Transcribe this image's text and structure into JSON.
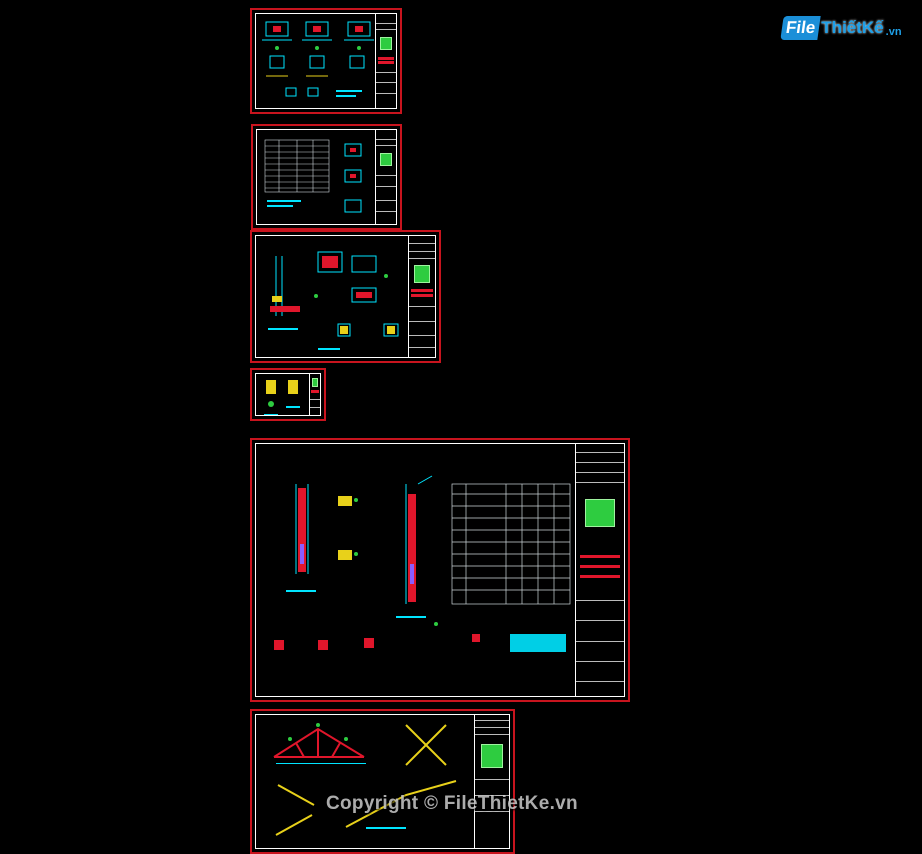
{
  "brand": {
    "part1": "File",
    "part2": "ThiếtKế",
    "part3": ".vn"
  },
  "watermark": "Copyright © FileThietKe.vn",
  "colors": {
    "background": "#000000",
    "sheet_border": "#c8141e",
    "accent_cyan": "#00e5ff",
    "accent_green": "#2ecc40",
    "accent_yellow": "#e8d11a",
    "accent_red": "#e0162b"
  },
  "sheets": [
    {
      "name": "sheet-1-foundation-details"
    },
    {
      "name": "sheet-2-rebar-schedule"
    },
    {
      "name": "sheet-3-wall-column-sections"
    },
    {
      "name": "sheet-4-small-details"
    },
    {
      "name": "sheet-5-column-elevations"
    },
    {
      "name": "sheet-6-roof-truss"
    }
  ]
}
